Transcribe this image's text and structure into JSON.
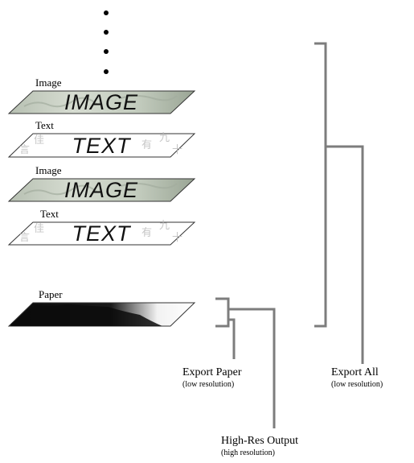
{
  "colors": {
    "bracket": "#7d7d7d",
    "image_fill": "#c9d1c5",
    "text_fill": "#ffffff",
    "paper_dark": "#101010"
  },
  "layers": [
    {
      "label": "Image",
      "word": "IMAGE",
      "kind": "image"
    },
    {
      "label": "Text",
      "word": "TEXT",
      "kind": "text"
    },
    {
      "label": "Image",
      "word": "IMAGE",
      "kind": "image"
    },
    {
      "label": "Text",
      "word": "TEXT",
      "kind": "text"
    },
    {
      "label": "Paper",
      "word": "",
      "kind": "paper"
    }
  ],
  "outputs": {
    "export_paper": {
      "title": "Export Paper",
      "subtitle": "(low resolution)"
    },
    "export_all": {
      "title": "Export All",
      "subtitle": "(low resolution)"
    },
    "high_res": {
      "title": "High-Res Output",
      "subtitle": "(high resolution)"
    }
  }
}
